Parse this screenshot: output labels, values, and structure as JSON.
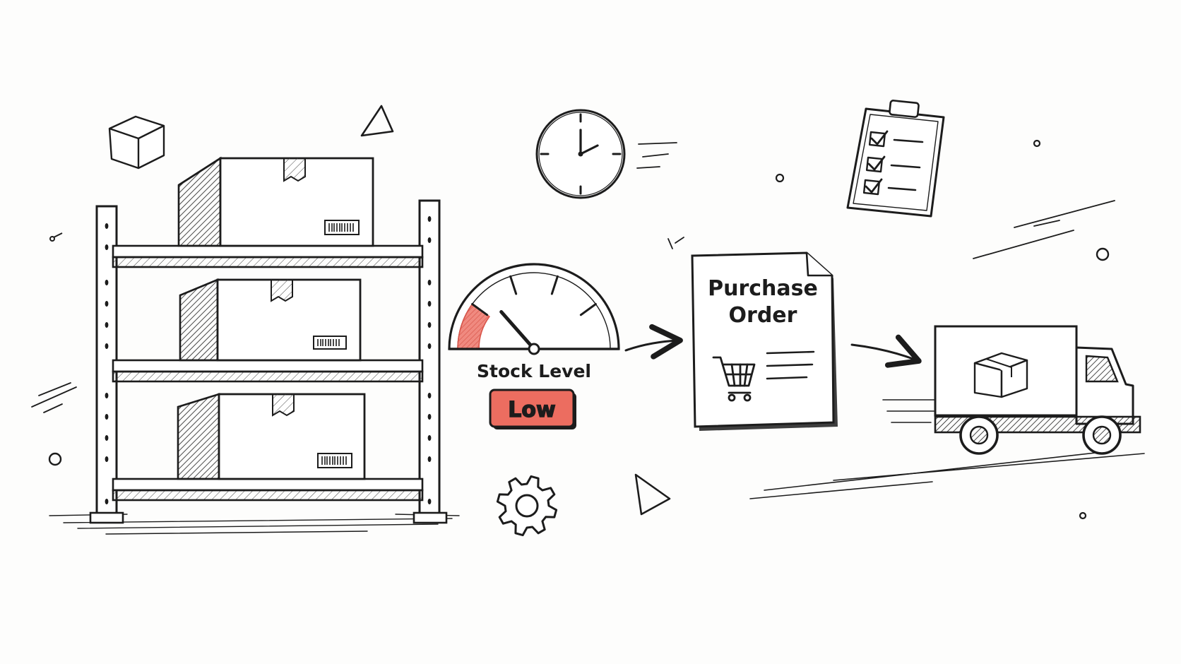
{
  "gauge": {
    "label": "Stock Level",
    "status": "Low",
    "level": 0.2
  },
  "purchase_order": {
    "title_line1": "Purchase",
    "title_line2": "Order"
  },
  "colors": {
    "ink": "#1c1c1c",
    "accent": "#e8685a",
    "accent_light": "#f08a80"
  },
  "icons": [
    "box-icon",
    "shelf-unit-icon",
    "clock-icon",
    "gauge-icon",
    "gear-icon",
    "clipboard-checklist-icon",
    "document-icon",
    "shopping-cart-icon",
    "delivery-truck-icon",
    "triangle-icon",
    "arrow-icon"
  ]
}
